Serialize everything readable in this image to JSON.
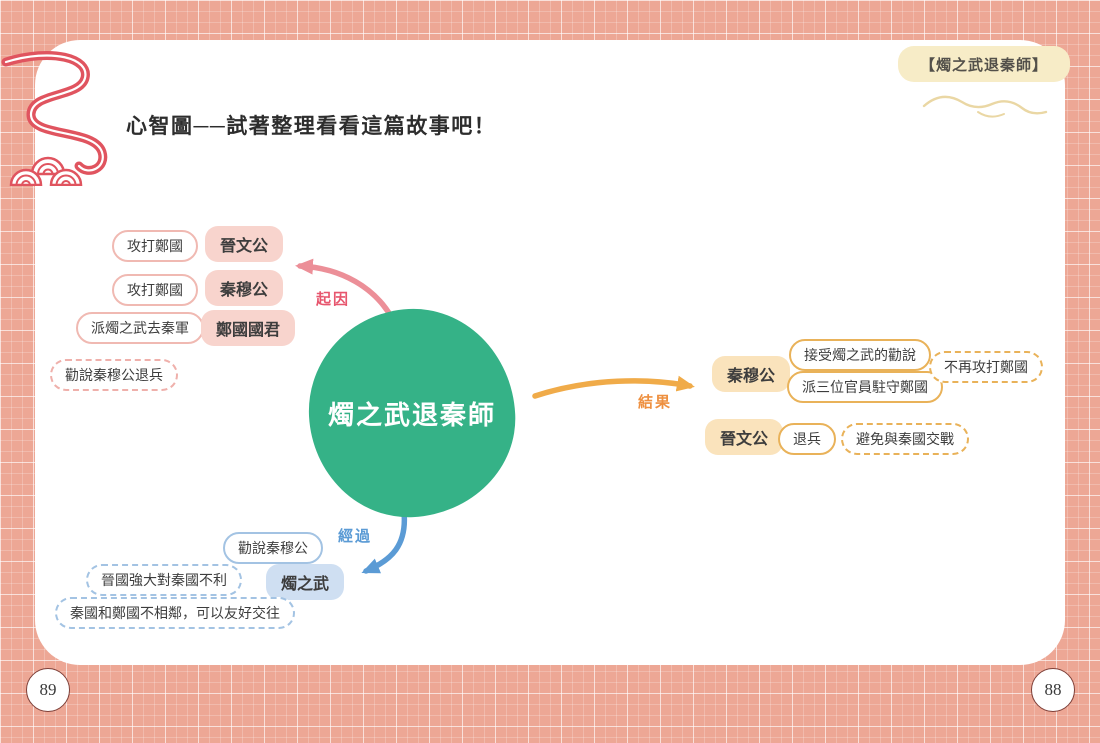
{
  "page": {
    "tag": "【燭之武退秦師】",
    "title": "心智圖──試著整理看看這篇故事吧！",
    "page_number_left": "89",
    "page_number_right": "88"
  },
  "mindmap": {
    "center_label": "燭之武退秦師",
    "cause": {
      "label": "起因",
      "actors": [
        {
          "name": "晉文公",
          "action": "攻打鄭國"
        },
        {
          "name": "秦穆公",
          "action": "攻打鄭國"
        },
        {
          "name": "鄭國國君",
          "action": "派燭之武去秦軍"
        }
      ],
      "outcome": "勸說秦穆公退兵"
    },
    "result": {
      "label": "結果",
      "actors": [
        {
          "name": "秦穆公",
          "actions": [
            "接受燭之武的勸說",
            "派三位官員駐守鄭國"
          ],
          "outcome": "不再攻打鄭國"
        },
        {
          "name": "晉文公",
          "actions": [
            "退兵"
          ],
          "outcome": "避免與秦國交戰"
        }
      ]
    },
    "process": {
      "label": "經過",
      "actor": "燭之武",
      "action": "勸說秦穆公",
      "arguments": [
        "晉國強大對秦國不利",
        "秦國和鄭國不相鄰，可以友好交往"
      ]
    }
  },
  "colors": {
    "background": "#eda795",
    "card": "#ffffff",
    "center_circle": "#35b287",
    "cause_arrow": "#ec8f98",
    "cause_label": "#e7566e",
    "cause_fill": "#f8d4cd",
    "cause_border": "#f0b9b2",
    "result_arrow": "#f0ab49",
    "result_label": "#ee9040",
    "result_fill": "#fae3bc",
    "result_border": "#e9b259",
    "process_arrow": "#5b9bd5",
    "process_fill": "#cfdff2",
    "process_border": "#a3c3e3",
    "ornament": "#e0545f",
    "tag_background": "#f7ecc7"
  }
}
